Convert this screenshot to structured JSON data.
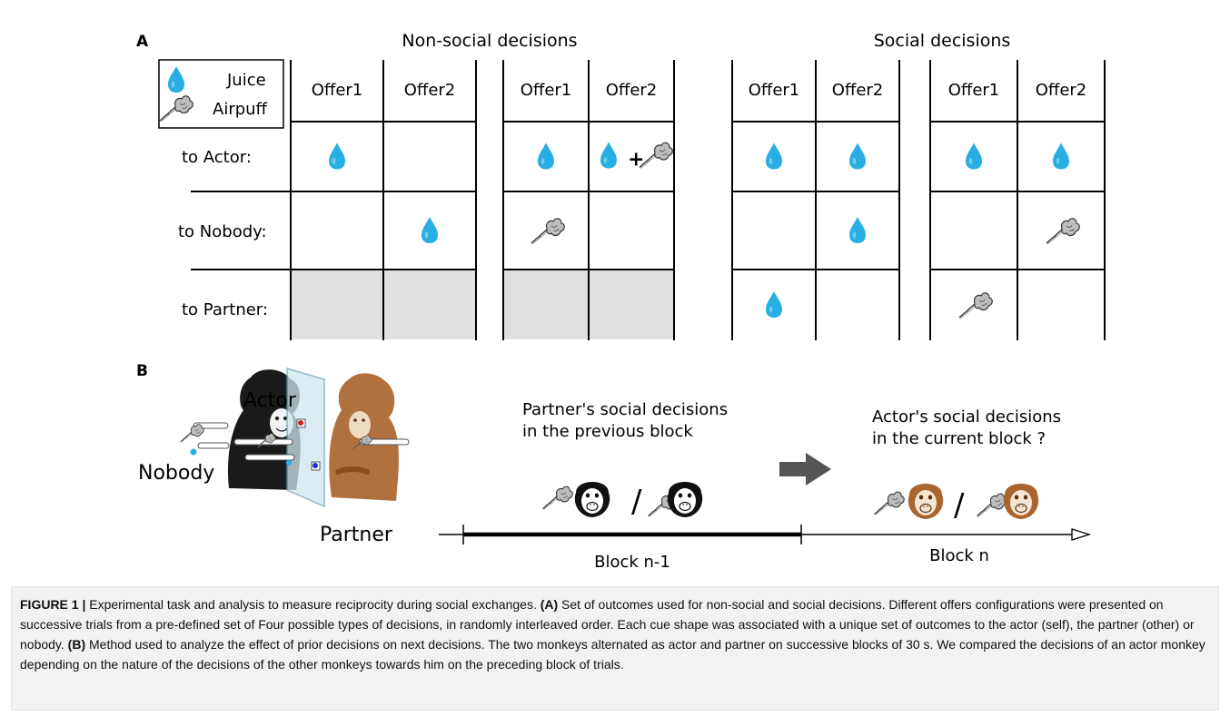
{
  "panel_a": {
    "label": "A",
    "groups": [
      {
        "title": "Non-social decisions"
      },
      {
        "title": "Social decisions"
      }
    ],
    "legend": {
      "juice": "Juice",
      "airpuff": "Airpuff"
    },
    "offer1": "Offer1",
    "offer2": "Offer2",
    "rows": [
      "to Actor:",
      "to Nobody:",
      "to Partner:"
    ],
    "plus": "+",
    "tables": [
      {
        "actor": [
          "juice",
          "none"
        ],
        "nobody": [
          "none",
          "juice"
        ],
        "partner": [
          "gray",
          "gray"
        ]
      },
      {
        "actor": [
          "juice",
          "juice+airpuff"
        ],
        "nobody": [
          "airpuff",
          "none"
        ],
        "partner": [
          "gray",
          "gray"
        ]
      },
      {
        "actor": [
          "juice",
          "juice"
        ],
        "nobody": [
          "none",
          "juice"
        ],
        "partner": [
          "juice",
          "none"
        ]
      },
      {
        "actor": [
          "juice",
          "juice"
        ],
        "nobody": [
          "none",
          "airpuff"
        ],
        "partner": [
          "airpuff",
          "none"
        ]
      }
    ]
  },
  "panel_b": {
    "label": "B",
    "actor": "Actor",
    "nobody": "Nobody",
    "partner": "Partner",
    "prev_line1": "Partner's social decisions",
    "prev_line2": "in the previous block",
    "curr_line1": "Actor's social decisions",
    "curr_line2": "in the current block ?",
    "slash": "/",
    "block_prev": "Block n-1",
    "block_curr": "Block n"
  },
  "caption": {
    "fig_label": "FIGURE 1 |",
    "title": " Experimental task and analysis to measure reciprocity during social exchanges. ",
    "a_label": "(A)",
    "a_text": " Set of outcomes used for non-social and social decisions. Different offers configurations were presented on successive trials from a pre-defined set of Four possible types of decisions, in randomly interleaved order. Each cue shape was associated with a unique set of outcomes to the actor (self), the partner (other) or nobody. ",
    "b_label": "(B)",
    "b_text": " Method used to analyze the effect of prior decisions on next decisions. The two monkeys alternated as actor and partner on successive blocks of 30 s. We compared the decisions of an actor monkey depending on the nature of the decisions of the other monkeys towards him on the preceding block of trials."
  },
  "colors": {
    "juice": "#29aee3",
    "gray_cell": "#e0e0e0",
    "actor_monkey": "#1a1a1a",
    "partner_monkey": "#a9652f",
    "arrow": "#555555",
    "caption_bg": "#f2f2f2"
  },
  "icons": [
    "juice-drop-icon",
    "airpuff-icon",
    "monkey-face-icon",
    "arrow-right-icon"
  ]
}
